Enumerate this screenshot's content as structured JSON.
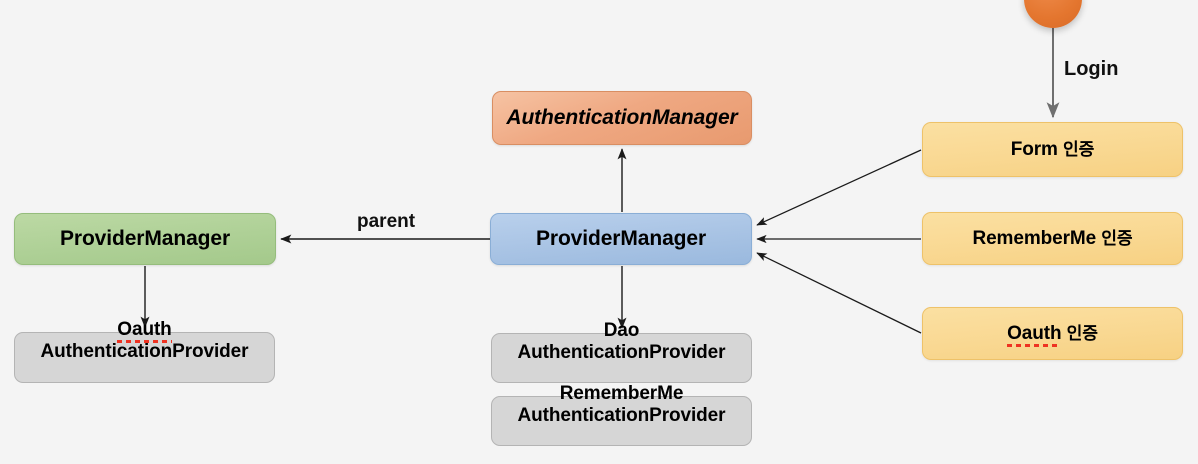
{
  "diagram": {
    "title": "Spring Security AuthenticationManager / ProviderManager flow",
    "background_color": "#f4f4f4",
    "colors": {
      "abstract_manager": "#efa882",
      "provider_manager": "#a8c3e4",
      "parent_manager": "#aed096",
      "auth_type": "#f9d892",
      "provider_impl": "#d6d6d6",
      "start_dot": "#e4762f",
      "arrow_dark": "#1a1a1a",
      "arrow_gray": "#6f6f6f",
      "spellcheck_underline": "#ee3322"
    },
    "nodes": {
      "authentication_manager": {
        "label": "AuthenticationManager",
        "style": "orange-italic-abstract"
      },
      "provider_manager_center": {
        "label": "ProviderManager",
        "style": "blue"
      },
      "provider_manager_parent": {
        "label": "ProviderManager",
        "style": "green"
      },
      "oauth_authentication_provider": {
        "label_line1": "Oauth",
        "label_line2": "AuthenticationProvider",
        "style": "gray",
        "misspelled_word": "Oauth"
      },
      "dao_authentication_provider": {
        "label_line1": "Dao",
        "label_line2": "AuthenticationProvider",
        "style": "gray"
      },
      "rememberme_authentication_provider": {
        "label_line1": "RememberMe",
        "label_line2": "AuthenticationProvider",
        "style": "gray"
      },
      "form_auth": {
        "label_en": "Form",
        "label_ko": "인증",
        "style": "yellow"
      },
      "rememberme_auth": {
        "label_en": "RememberMe",
        "label_ko": "인증",
        "style": "yellow"
      },
      "oauth_auth": {
        "label_en": "Oauth",
        "label_ko": "인증",
        "style": "yellow",
        "misspelled_word": "Oauth"
      }
    },
    "edge_labels": {
      "parent": "parent",
      "login": "Login"
    }
  }
}
